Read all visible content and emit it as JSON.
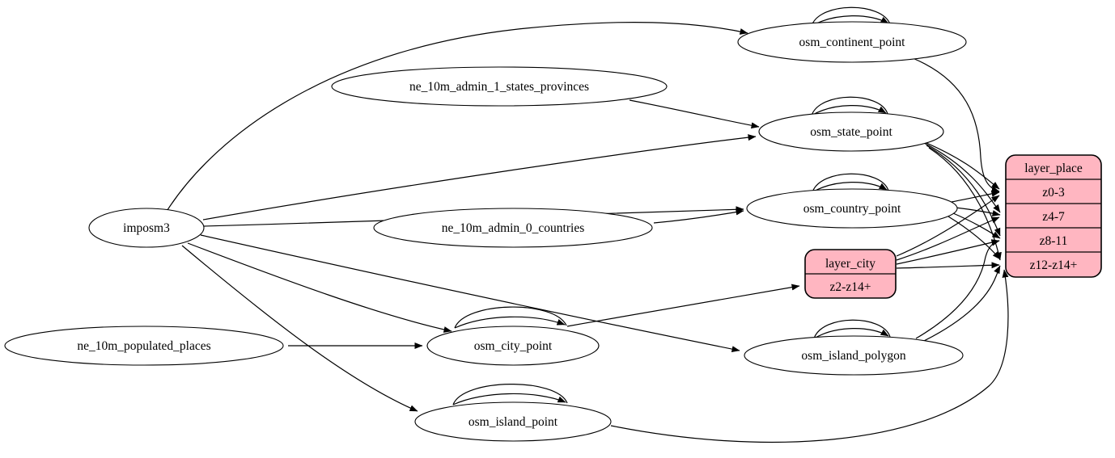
{
  "colors": {
    "background": "#ffffff",
    "stroke": "#000000",
    "ellipse_fill": "#ffffff",
    "record_fill": "#ffb6c1"
  },
  "nodes": {
    "imposm3": {
      "label": "imposm3"
    },
    "ne_10m_admin_1_states_provinces": {
      "label": "ne_10m_admin_1_states_provinces"
    },
    "ne_10m_admin_0_countries": {
      "label": "ne_10m_admin_0_countries"
    },
    "ne_10m_populated_places": {
      "label": "ne_10m_populated_places"
    },
    "osm_continent_point": {
      "label": "osm_continent_point"
    },
    "osm_state_point": {
      "label": "osm_state_point"
    },
    "osm_country_point": {
      "label": "osm_country_point"
    },
    "osm_city_point": {
      "label": "osm_city_point"
    },
    "osm_island_polygon": {
      "label": "osm_island_polygon"
    },
    "osm_island_point": {
      "label": "osm_island_point"
    }
  },
  "records": {
    "layer_city": {
      "title": "layer_city",
      "rows": [
        "z2-z14+"
      ]
    },
    "layer_place": {
      "title": "layer_place",
      "rows": [
        "z0-3",
        "z4-7",
        "z8-11",
        "z12-z14+"
      ]
    }
  },
  "edges": [
    {
      "from": "imposm3",
      "to": "osm_continent_point"
    },
    {
      "from": "imposm3",
      "to": "osm_state_point"
    },
    {
      "from": "imposm3",
      "to": "osm_country_point"
    },
    {
      "from": "imposm3",
      "to": "osm_city_point"
    },
    {
      "from": "imposm3",
      "to": "osm_island_polygon"
    },
    {
      "from": "imposm3",
      "to": "osm_island_point"
    },
    {
      "from": "ne_10m_admin_1_states_provinces",
      "to": "osm_state_point"
    },
    {
      "from": "ne_10m_admin_0_countries",
      "to": "osm_country_point"
    },
    {
      "from": "ne_10m_populated_places",
      "to": "osm_city_point"
    },
    {
      "from": "osm_continent_point",
      "to": "osm_continent_point"
    },
    {
      "from": "osm_state_point",
      "to": "osm_state_point"
    },
    {
      "from": "osm_country_point",
      "to": "osm_country_point"
    },
    {
      "from": "osm_city_point",
      "to": "osm_city_point"
    },
    {
      "from": "osm_island_polygon",
      "to": "osm_island_polygon"
    },
    {
      "from": "osm_island_point",
      "to": "osm_island_point"
    },
    {
      "from": "osm_continent_point",
      "to": "layer_place",
      "port": "z0-3"
    },
    {
      "from": "osm_state_point",
      "to": "layer_place",
      "port": "z0-3"
    },
    {
      "from": "osm_state_point",
      "to": "layer_place",
      "port": "z4-7"
    },
    {
      "from": "osm_state_point",
      "to": "layer_place",
      "port": "z8-11"
    },
    {
      "from": "osm_state_point",
      "to": "layer_place",
      "port": "z12-z14+"
    },
    {
      "from": "osm_country_point",
      "to": "layer_place",
      "port": "z0-3"
    },
    {
      "from": "osm_country_point",
      "to": "layer_place",
      "port": "z4-7"
    },
    {
      "from": "osm_country_point",
      "to": "layer_place",
      "port": "z8-11"
    },
    {
      "from": "osm_country_point",
      "to": "layer_place",
      "port": "z12-z14+"
    },
    {
      "from": "osm_city_point",
      "to": "layer_city",
      "port": "z2-z14+"
    },
    {
      "from": "layer_city",
      "to": "layer_place",
      "port": "z0-3"
    },
    {
      "from": "layer_city",
      "to": "layer_place",
      "port": "z4-7"
    },
    {
      "from": "layer_city",
      "to": "layer_place",
      "port": "z8-11"
    },
    {
      "from": "layer_city",
      "to": "layer_place",
      "port": "z12-z14+"
    },
    {
      "from": "osm_island_polygon",
      "to": "layer_place",
      "port": "z8-11"
    },
    {
      "from": "osm_island_polygon",
      "to": "layer_place",
      "port": "z12-z14+"
    },
    {
      "from": "osm_island_point",
      "to": "layer_place",
      "port": "z12-z14+"
    }
  ]
}
